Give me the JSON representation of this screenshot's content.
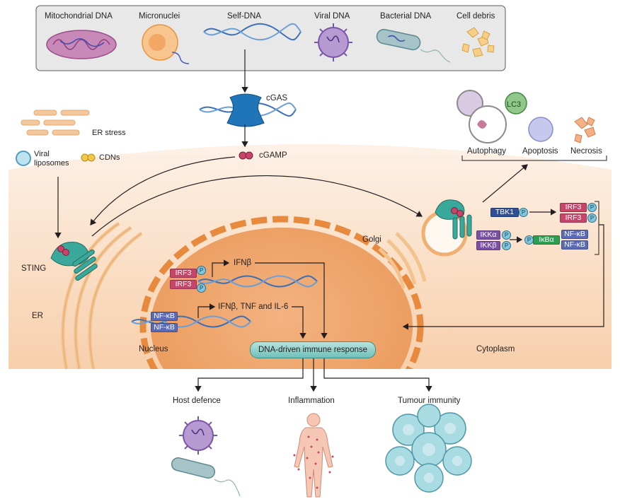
{
  "sources": {
    "mitochondrial_dna": "Mitochondrial DNA",
    "micronuclei": "Micronuclei",
    "self_dna": "Self-DNA",
    "viral_dna": "Viral DNA",
    "bacterial_dna": "Bacterial DNA",
    "cell_debris": "Cell debris"
  },
  "cgas": "cGAS",
  "cgamp": "cGAMP",
  "er_stress": "ER stress",
  "viral_liposomes": "Viral\nliposomes",
  "cdns": "CDNs",
  "sting": "STING",
  "er": "ER",
  "golgi": "Golgi",
  "nucleus": "Nucleus",
  "cytoplasm": "Cytoplasm",
  "cell_fates": {
    "autophagy": "Autophagy",
    "apoptosis": "Apoptosis",
    "necrosis": "Necrosis",
    "lc3": "LC3"
  },
  "kinases": {
    "tbk1": "TBK1",
    "ikka": "IKKα",
    "ikkb": "IKKβ",
    "ikba": "IκBα"
  },
  "factors": {
    "irf3": "IRF3",
    "nfkb": "NF-κB",
    "p": "P"
  },
  "nuclear": {
    "ifnb": "IFNβ",
    "ifnb_tnf_il6": "IFNβ, TNF and IL-6"
  },
  "response": "DNA-driven immune response",
  "outcomes": {
    "host_defence": "Host defence",
    "inflammation": "Inflammation",
    "tumour_immunity": "Tumour immunity"
  },
  "colors": {
    "cytoplasm_top": "#fbe7d6",
    "cytoplasm_bottom": "#f6c79f",
    "nucleus": "#f2a76a",
    "envelope": "#e88a3e",
    "header_box": "#e8e8e8",
    "sting": "#3aa99b",
    "irf3": "#c8456a",
    "nfkb": "#5a6ab4"
  }
}
